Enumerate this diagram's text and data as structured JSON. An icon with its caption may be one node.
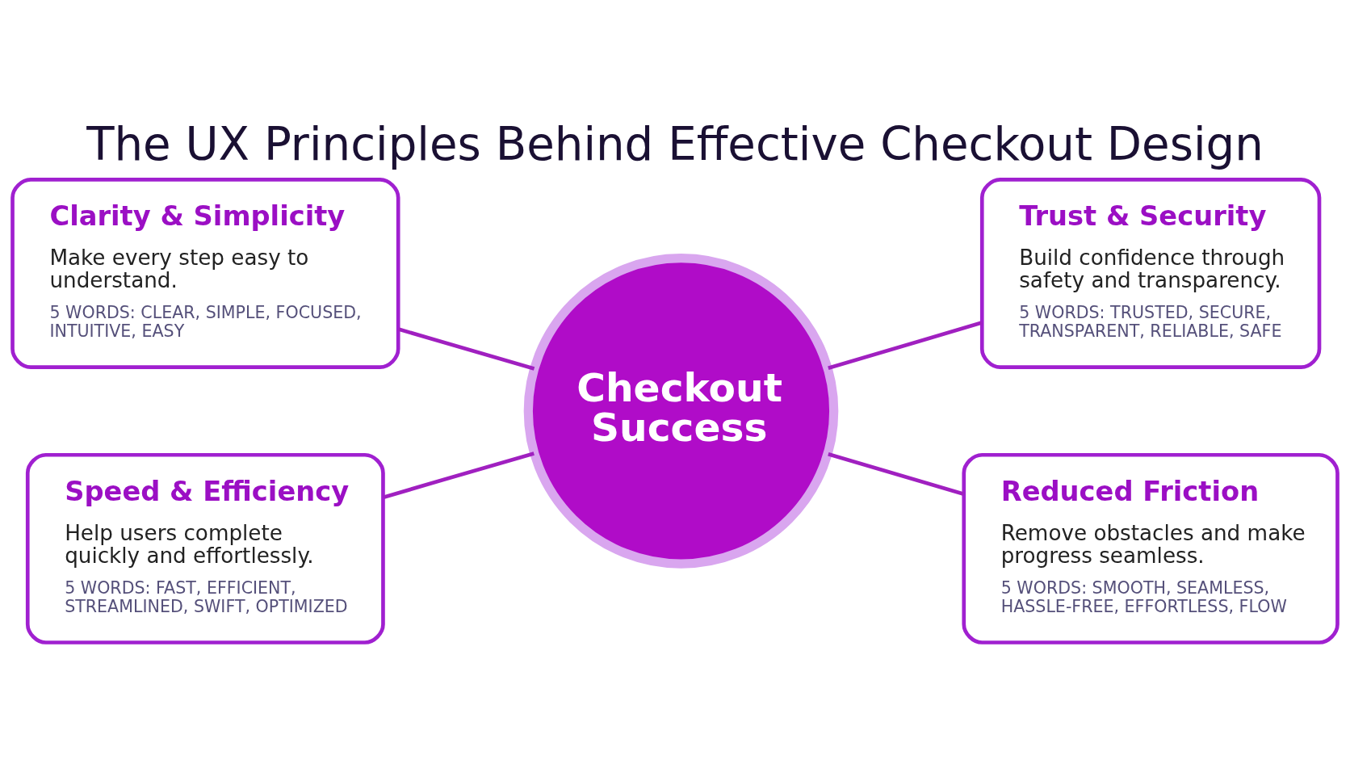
{
  "diagram": {
    "title": "The UX Principles Behind Effective Checkout Design",
    "nodes": [
      {
        "text": [
          "Clarity & Simplicity",
          "Make every step easy to understand.",
          "5 WORDS: CLEAR, SIMPLE, FOCUSED, INTUITIVE, EASY"
        ]
      },
      {
        "text": [
          "Trust & Security",
          "Build confidence through safety and transparency.",
          "5 WORDS: TRUSTED, SECURE, TRANSPARENT, RELIABLE, SAFE"
        ]
      },
      {
        "text": [
          "Checkout Success"
        ]
      },
      {
        "text": [
          "Speed & Efficiency",
          "Help users complete quickly and effortlessly.",
          "5 WORDS: FAST, EFFICIENT, STREAMLINED, SWIFT, OPTIMIZED"
        ]
      },
      {
        "text": [
          "Reduced Friction",
          "Remove obstacles and make progress seamless.",
          "5 WORDS: SMOOTH, SEAMLESS, HASSLE-FREE, EFFORTLESS, FLOW"
        ]
      }
    ],
    "edges": [
      {
        "from": 0,
        "to": 2,
        "arrow": "none"
      },
      {
        "from": 1,
        "to": 2,
        "arrow": "none"
      },
      {
        "from": 3,
        "to": 2,
        "arrow": "none"
      },
      {
        "from": 4,
        "to": 2,
        "arrow": "none"
      }
    ]
  }
}
